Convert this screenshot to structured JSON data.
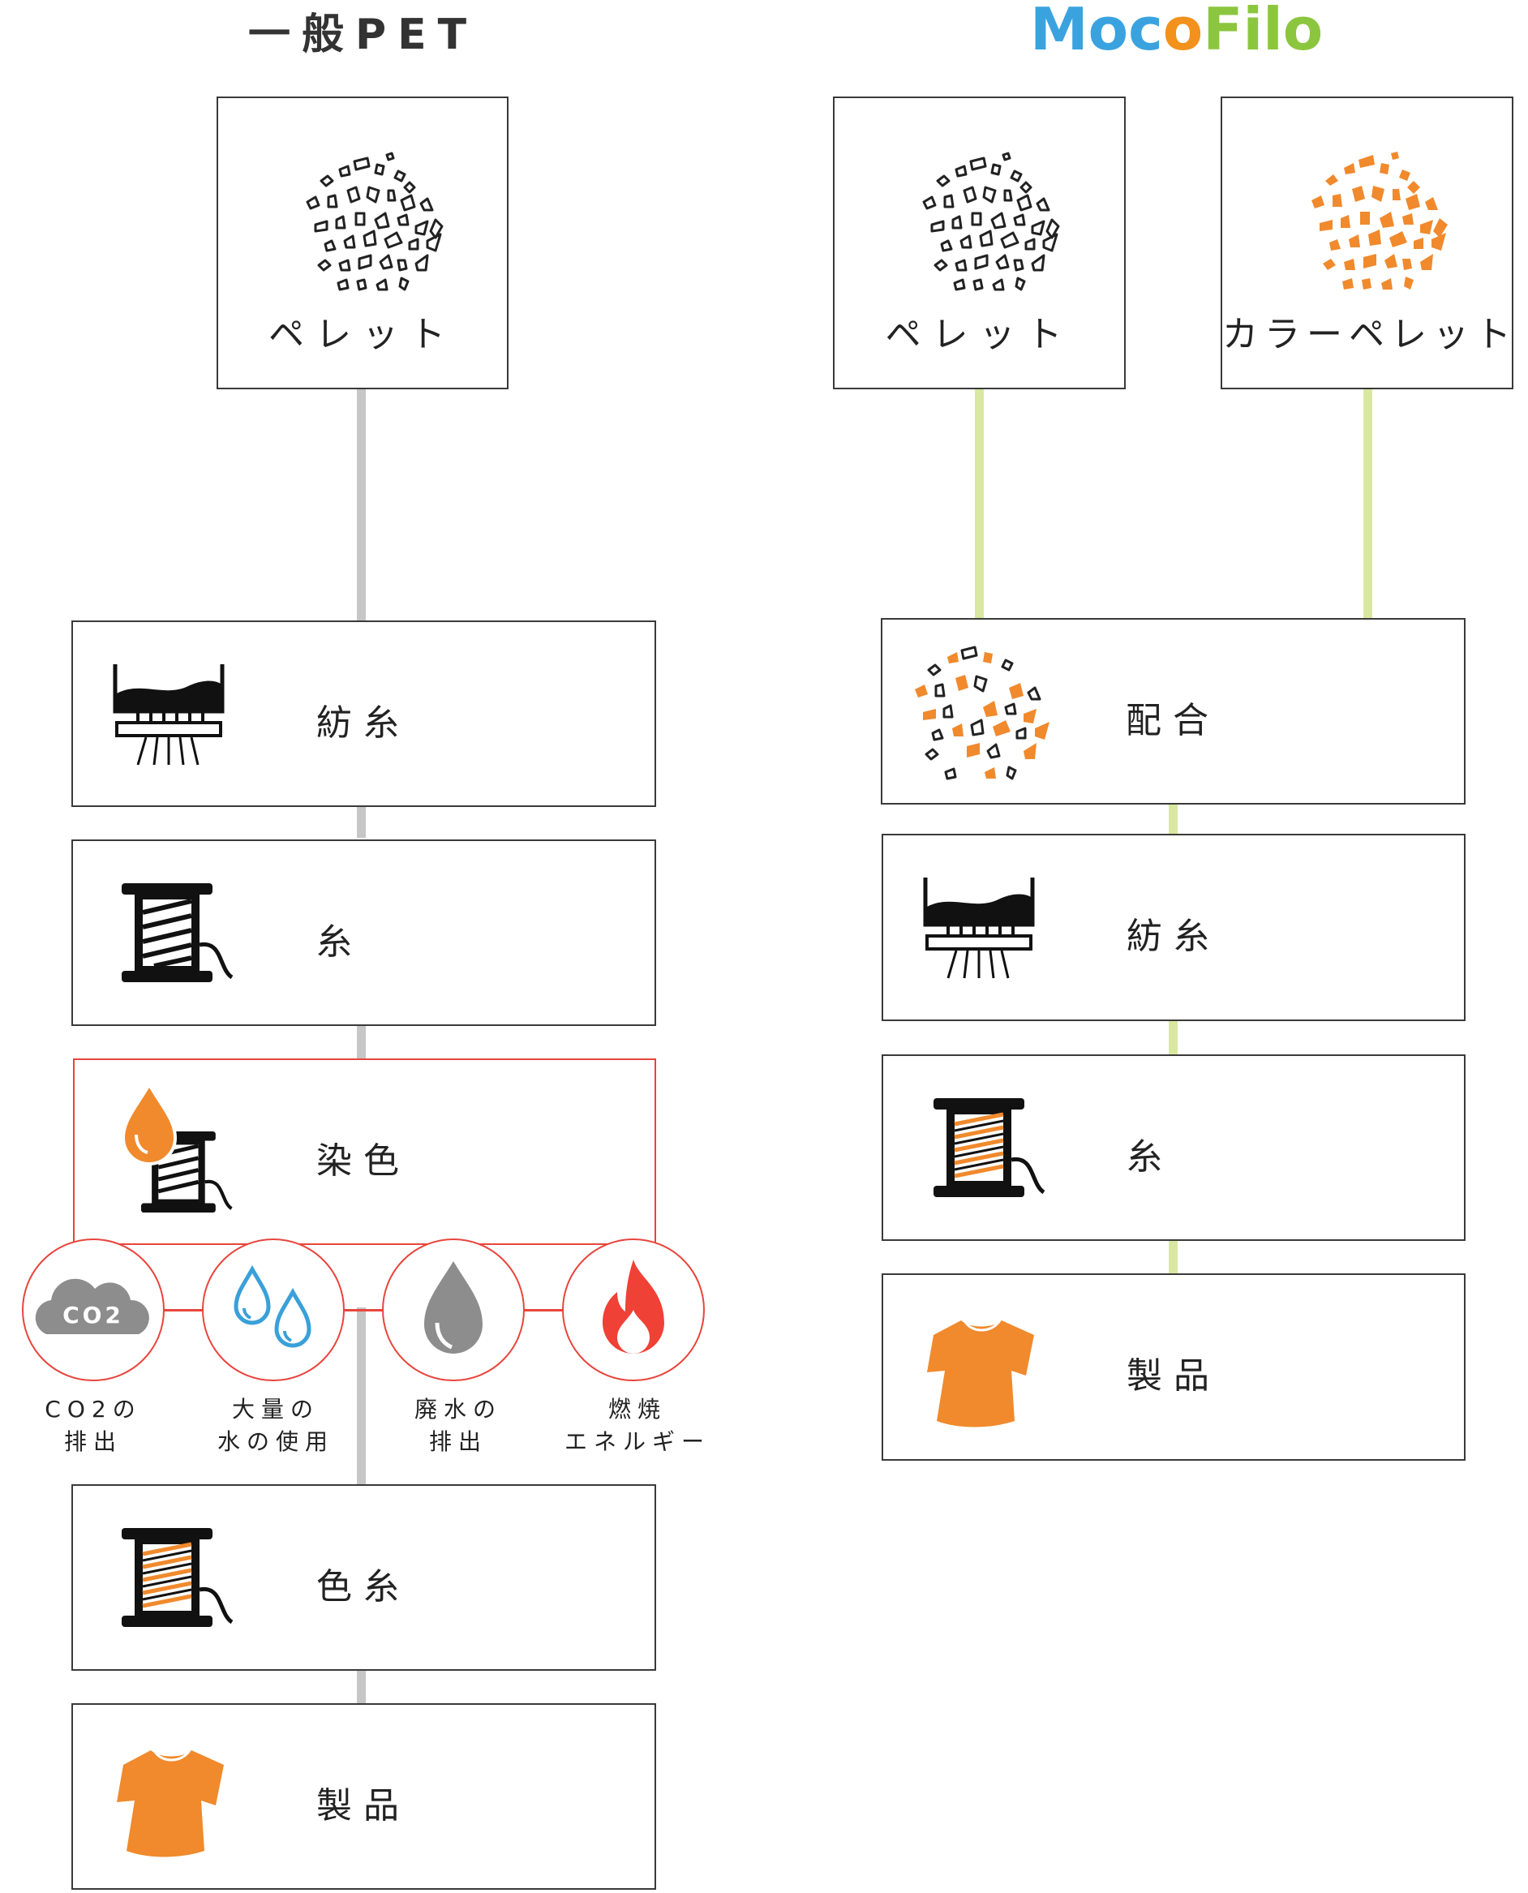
{
  "left": {
    "title": "一般PET",
    "pellet_label": "ペレット",
    "steps": [
      "紡糸",
      "糸",
      "染色",
      "色糸",
      "製品"
    ],
    "impacts": [
      {
        "label": "CO2の\n排出",
        "icon": "cloud-co2-icon",
        "icon_text": "CO2"
      },
      {
        "label": "大量の\n水の使用",
        "icon": "water-drops-icon"
      },
      {
        "label": "廃水の\n排出",
        "icon": "wastewater-drop-icon"
      },
      {
        "label": "燃焼\nエネルギー",
        "icon": "fire-icon"
      }
    ]
  },
  "right": {
    "brand": {
      "parts": [
        "Moc",
        "o",
        "Filo"
      ],
      "colors": [
        "#3aa3df",
        "#e2237a",
        "#f2911b",
        "#8cc63f"
      ]
    },
    "pellet_label": "ペレット",
    "color_pellet_label": "カラーペレット",
    "steps": [
      "配合",
      "紡糸",
      "糸",
      "製品"
    ]
  },
  "colors": {
    "orange": "#f08a2d",
    "alert_red": "#e8453c",
    "connector_gray": "#c6c6c6",
    "connector_green": "#d9e8a0"
  }
}
